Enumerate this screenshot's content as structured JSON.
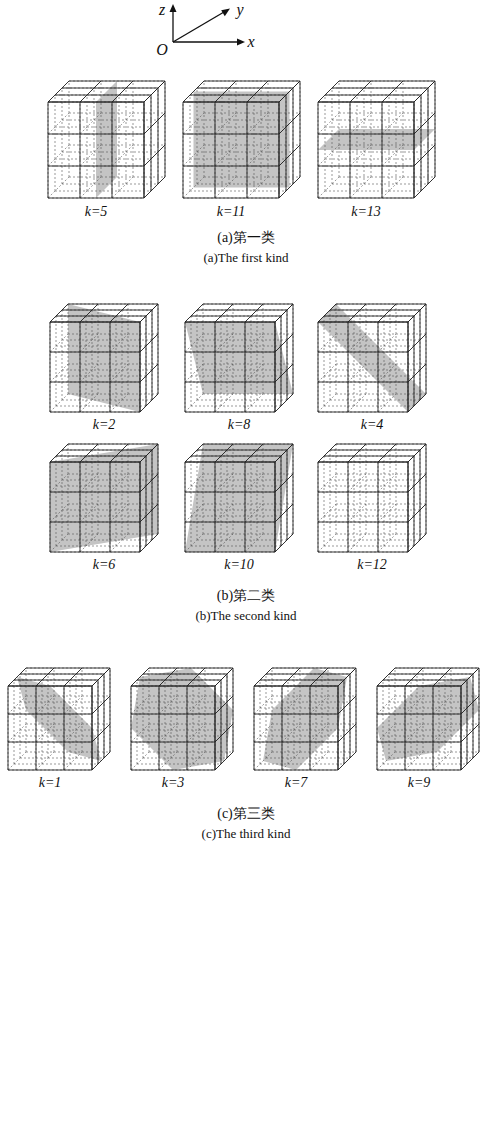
{
  "diagram": {
    "labels": [
      "z",
      "y",
      "x",
      "O",
      "k=5",
      "k=11",
      "k=13",
      "(a)第一类",
      "(a)The first kind",
      "k=2",
      "k=8",
      "k=4",
      "k=6",
      "k=10",
      "k=12",
      "(b)第二类",
      "(b)The second kind",
      "k=1",
      "k=3",
      "k=7",
      "k=9",
      "(c)第三类",
      "(c)The third kind"
    ]
  }
}
